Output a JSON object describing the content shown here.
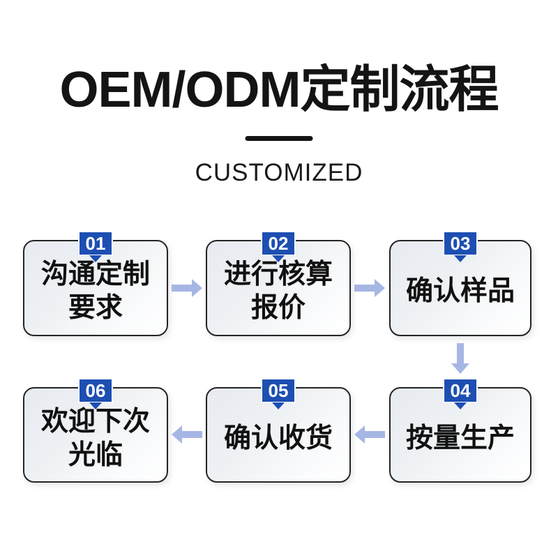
{
  "header": {
    "title": "OEM/ODM定制流程",
    "subtitle": "CUSTOMIZED"
  },
  "flow": {
    "steps": [
      {
        "number": "01",
        "label": "沟通定制\n要求"
      },
      {
        "number": "02",
        "label": "进行核算\n报价"
      },
      {
        "number": "03",
        "label": "确认样品"
      },
      {
        "number": "04",
        "label": "按量生产"
      },
      {
        "number": "05",
        "label": "确认收货"
      },
      {
        "number": "06",
        "label": "欢迎下次\n光临"
      }
    ],
    "sequence_note": "01→02→03→04→05→06"
  },
  "colors": {
    "badge_blue": "#1d4fb2",
    "arrow_periwinkle": "#a6b6e4",
    "text_black": "#141414",
    "box_border": "#242424",
    "box_gradient_start": "#e7eaef",
    "box_gradient_end": "#ffffff"
  }
}
